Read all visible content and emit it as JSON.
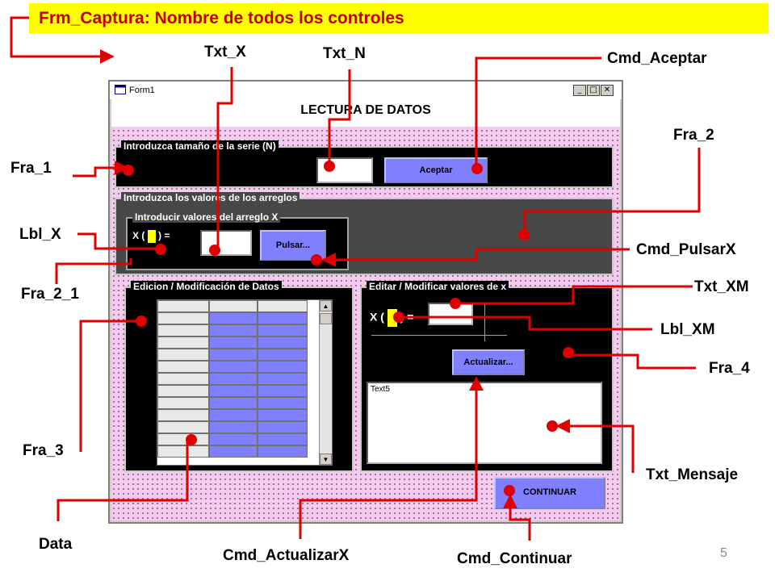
{
  "banner": {
    "title": "Frm_Captura: Nombre de todos los controles"
  },
  "callouts": {
    "txt_x": "Txt_X",
    "txt_n": "Txt_N",
    "cmd_aceptar": "Cmd_Aceptar",
    "fra_2": "Fra_2",
    "fra_1": "Fra_1",
    "lbl_x": "Lbl_X",
    "cmd_pulsarx": "Cmd_PulsarX",
    "fra_2_1": "Fra_2_1",
    "txt_xm": "Txt_XM",
    "lbl_xm": "Lbl_XM",
    "fra_4": "Fra_4",
    "fra_3": "Fra_3",
    "txt_mensaje": "Txt_Mensaje",
    "data": "Data",
    "cmd_actualizarx": "Cmd_ActualizarX",
    "cmd_continuar": "Cmd_Continuar"
  },
  "form": {
    "window_title": "Form1",
    "heading": "LECTURA DE DATOS",
    "frame1_caption": "Introduzca tamaño de la serie (N)",
    "aceptar_label": "Aceptar",
    "frame2_caption": "Introduzca los valores de los arreglos",
    "frame21_caption": "Introducir valores del arreglo X",
    "x_label_prefix": "X (",
    "x_label_suffix": ") =",
    "pulsar_label": "Pulsar...",
    "frame3_caption": "Edicion / Modificación de Datos",
    "frame4_caption": "Editar / Modificar valores de x",
    "xm_label_prefix": "X (",
    "xm_label_suffix": ") =",
    "actualizar_label": "Actualizar...",
    "mensaje_text": "Text5",
    "continuar_label": "CONTINUAR"
  },
  "slide": {
    "number": "5"
  },
  "colors": {
    "annotation_red": "#e00000",
    "banner_yellow": "#ffff00",
    "form_pink": "#f7c9f1",
    "button_blue": "#8080ff",
    "grid_blue": "#8080ff",
    "label_marker_yellow": "#ffff00"
  },
  "icons": {
    "form_icon": "vb-form-icon",
    "minimize": "minimize-icon",
    "maximize": "maximize-icon",
    "close": "close-icon"
  }
}
